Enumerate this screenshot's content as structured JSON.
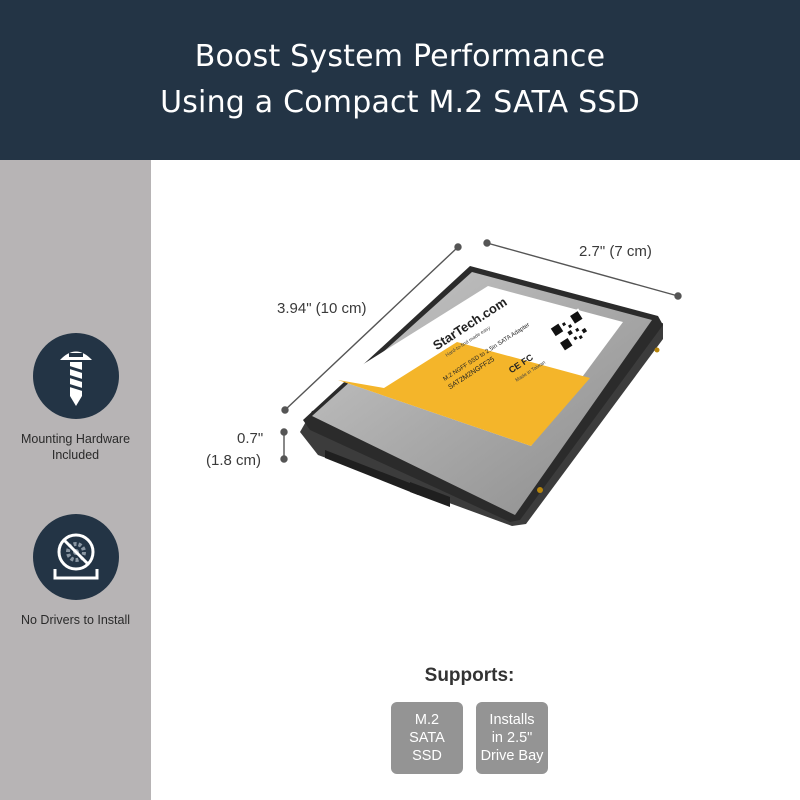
{
  "banner": {
    "title_line1": "Boost System Performance",
    "title_line2": "Using a Compact M.2 SATA SSD"
  },
  "sidebar": {
    "features": [
      {
        "icon": "screw-icon",
        "line1": "Mounting Hardware",
        "line2": "Included"
      },
      {
        "icon": "no-drivers-icon",
        "line1": "No Drivers to Install"
      }
    ]
  },
  "dimensions": {
    "width": "2.7\" (7 cm)",
    "length": "3.94\" (10 cm)",
    "height_line1": "0.7\"",
    "height_line2": "(1.8 cm)"
  },
  "product_label": {
    "brand": "StarTech.com",
    "tagline": "Hard-to-find made easy",
    "description": "M.2 NGFF SSD to 2.5in SATA Adapter",
    "model": "SAT2M2NGFF25",
    "origin": "Made in Taiwan",
    "certs": "CE FC"
  },
  "supports": {
    "title": "Supports:",
    "items": [
      {
        "line1": "M.2",
        "line2": "SATA",
        "line3": "SSD"
      },
      {
        "line1": "Installs",
        "line2": "in 2.5\"",
        "line3": "Drive Bay"
      }
    ]
  },
  "colors": {
    "banner": "#233445",
    "sidebar": "#b7b4b5",
    "label_yellow": "#f4b52a",
    "chip": "#949494"
  }
}
